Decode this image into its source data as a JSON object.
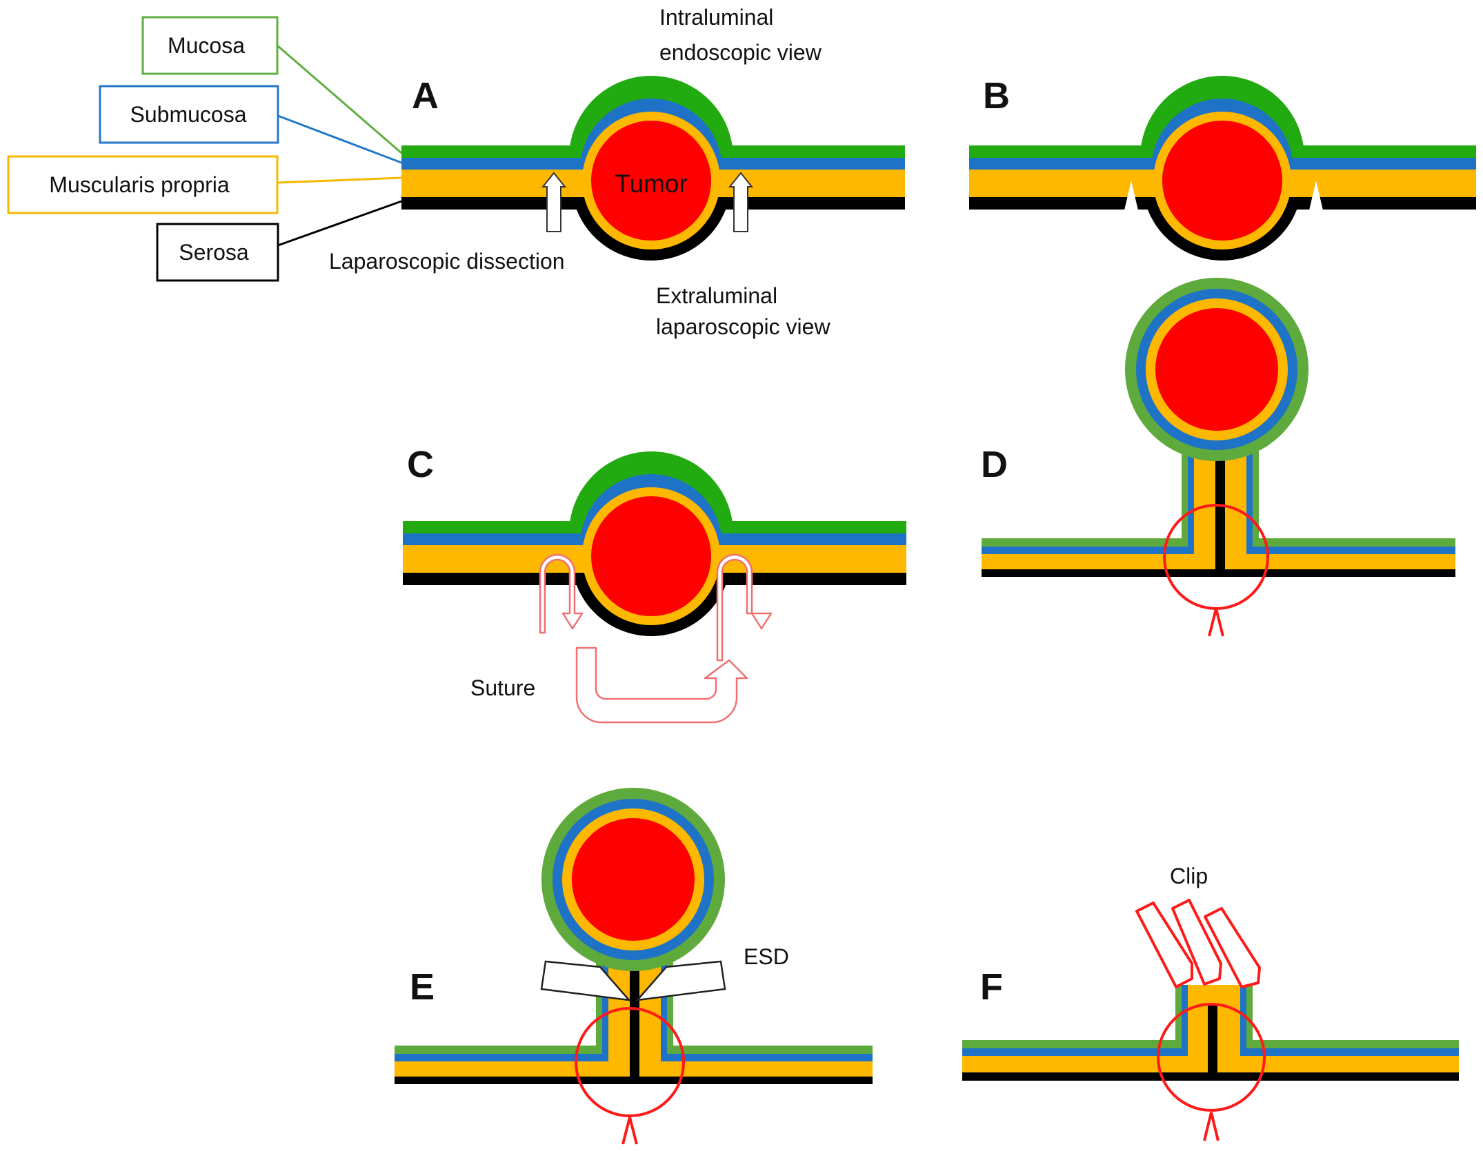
{
  "legend": {
    "mucosa": "Mucosa",
    "submucosa": "Submucosa",
    "muscularis": "Muscularis propria",
    "serosa": "Serosa"
  },
  "panels": {
    "a": "A",
    "b": "B",
    "c": "C",
    "d": "D",
    "e": "E",
    "f": "F"
  },
  "annotations": {
    "intraluminal": [
      "Intraluminal",
      "endoscopic view"
    ],
    "extraluminal": [
      "Extraluminal",
      "laparoscopic view"
    ],
    "tumor": "Tumor",
    "lap_dissection": "Laparoscopic dissection",
    "suture": "Suture",
    "esd": "ESD",
    "clip": "Clip"
  },
  "colors": {
    "mucosa": "#22aa11",
    "mucosa_wrap": "#5faa3c",
    "submucosa": "#1f73c6",
    "muscularis": "#ffb800",
    "serosa": "#000000",
    "tumor": "#ff0000",
    "instrument": "#ff1a1a",
    "suture": "#f07070"
  }
}
